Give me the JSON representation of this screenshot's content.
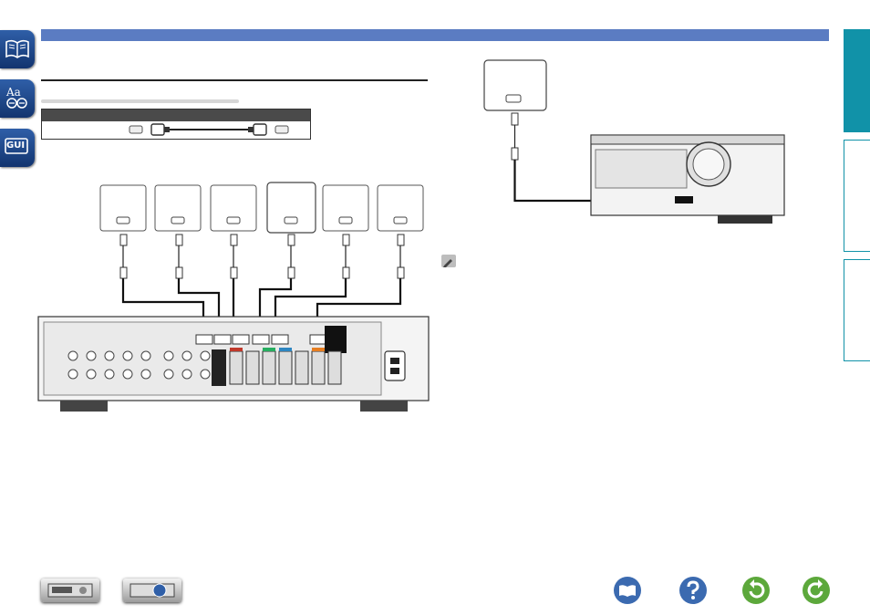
{
  "sidebar": {
    "items": [
      {
        "name": "contents",
        "icon": "book-icon"
      },
      {
        "name": "glossary",
        "icon": "glossary-icon"
      },
      {
        "name": "gui",
        "icon": "gui-icon",
        "label": "GUI"
      }
    ]
  },
  "right_tabs": [
    {
      "name": "tab-basic",
      "color": "#1192a8"
    },
    {
      "name": "tab-advanced",
      "color": "#ffffff"
    },
    {
      "name": "tab-information",
      "color": "#ffffff"
    }
  ],
  "source_devices": 6,
  "footer": {
    "nav": [
      {
        "name": "contents-button",
        "icon": "book-icon"
      },
      {
        "name": "help-button",
        "icon": "question-icon"
      },
      {
        "name": "back-button",
        "icon": "back-arrow-icon"
      },
      {
        "name": "forward-button",
        "icon": "forward-arrow-icon"
      }
    ]
  },
  "colors": {
    "accent": "#5b7cc2",
    "tab_active": "#1192a8",
    "nav_blue": "#3b6ab0",
    "nav_green": "#5ca83b"
  }
}
